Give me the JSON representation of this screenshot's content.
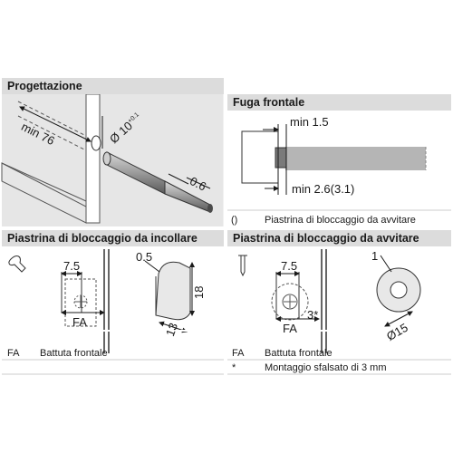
{
  "sections": {
    "progettazione": {
      "title": "Progettazione"
    },
    "fuga": {
      "title": "Fuga frontale"
    },
    "incollare": {
      "title": "Piastrina di bloccaggio da incollare"
    },
    "avvitare": {
      "title": "Piastrina di bloccaggio da avvitare"
    }
  },
  "dims": {
    "min76": "min 76",
    "dia10": "Ø 10",
    "dia10_tol": "+0.1",
    "d06": "0.6",
    "min15": "min 1.5",
    "min26": "min 2.6(3.1)",
    "i75": "7.5",
    "ifa": "FA",
    "i05": "0.5",
    "i18": "18",
    "i13": "13",
    "a75": "7.5",
    "afa": "FA",
    "a3": "3*",
    "a1": "1",
    "a15": "Ø15"
  },
  "legend": {
    "paren_sym": "()",
    "paren_text": "Piastrina di bloccaggio da avvitare",
    "fa_sym_left": "FA",
    "fa_text_left": "Battuta frontale",
    "fa_sym_right": "FA",
    "fa_text_right": "Battuta frontale",
    "star_sym": "*",
    "star_text": "Montaggio sfalsato di 3 mm"
  }
}
